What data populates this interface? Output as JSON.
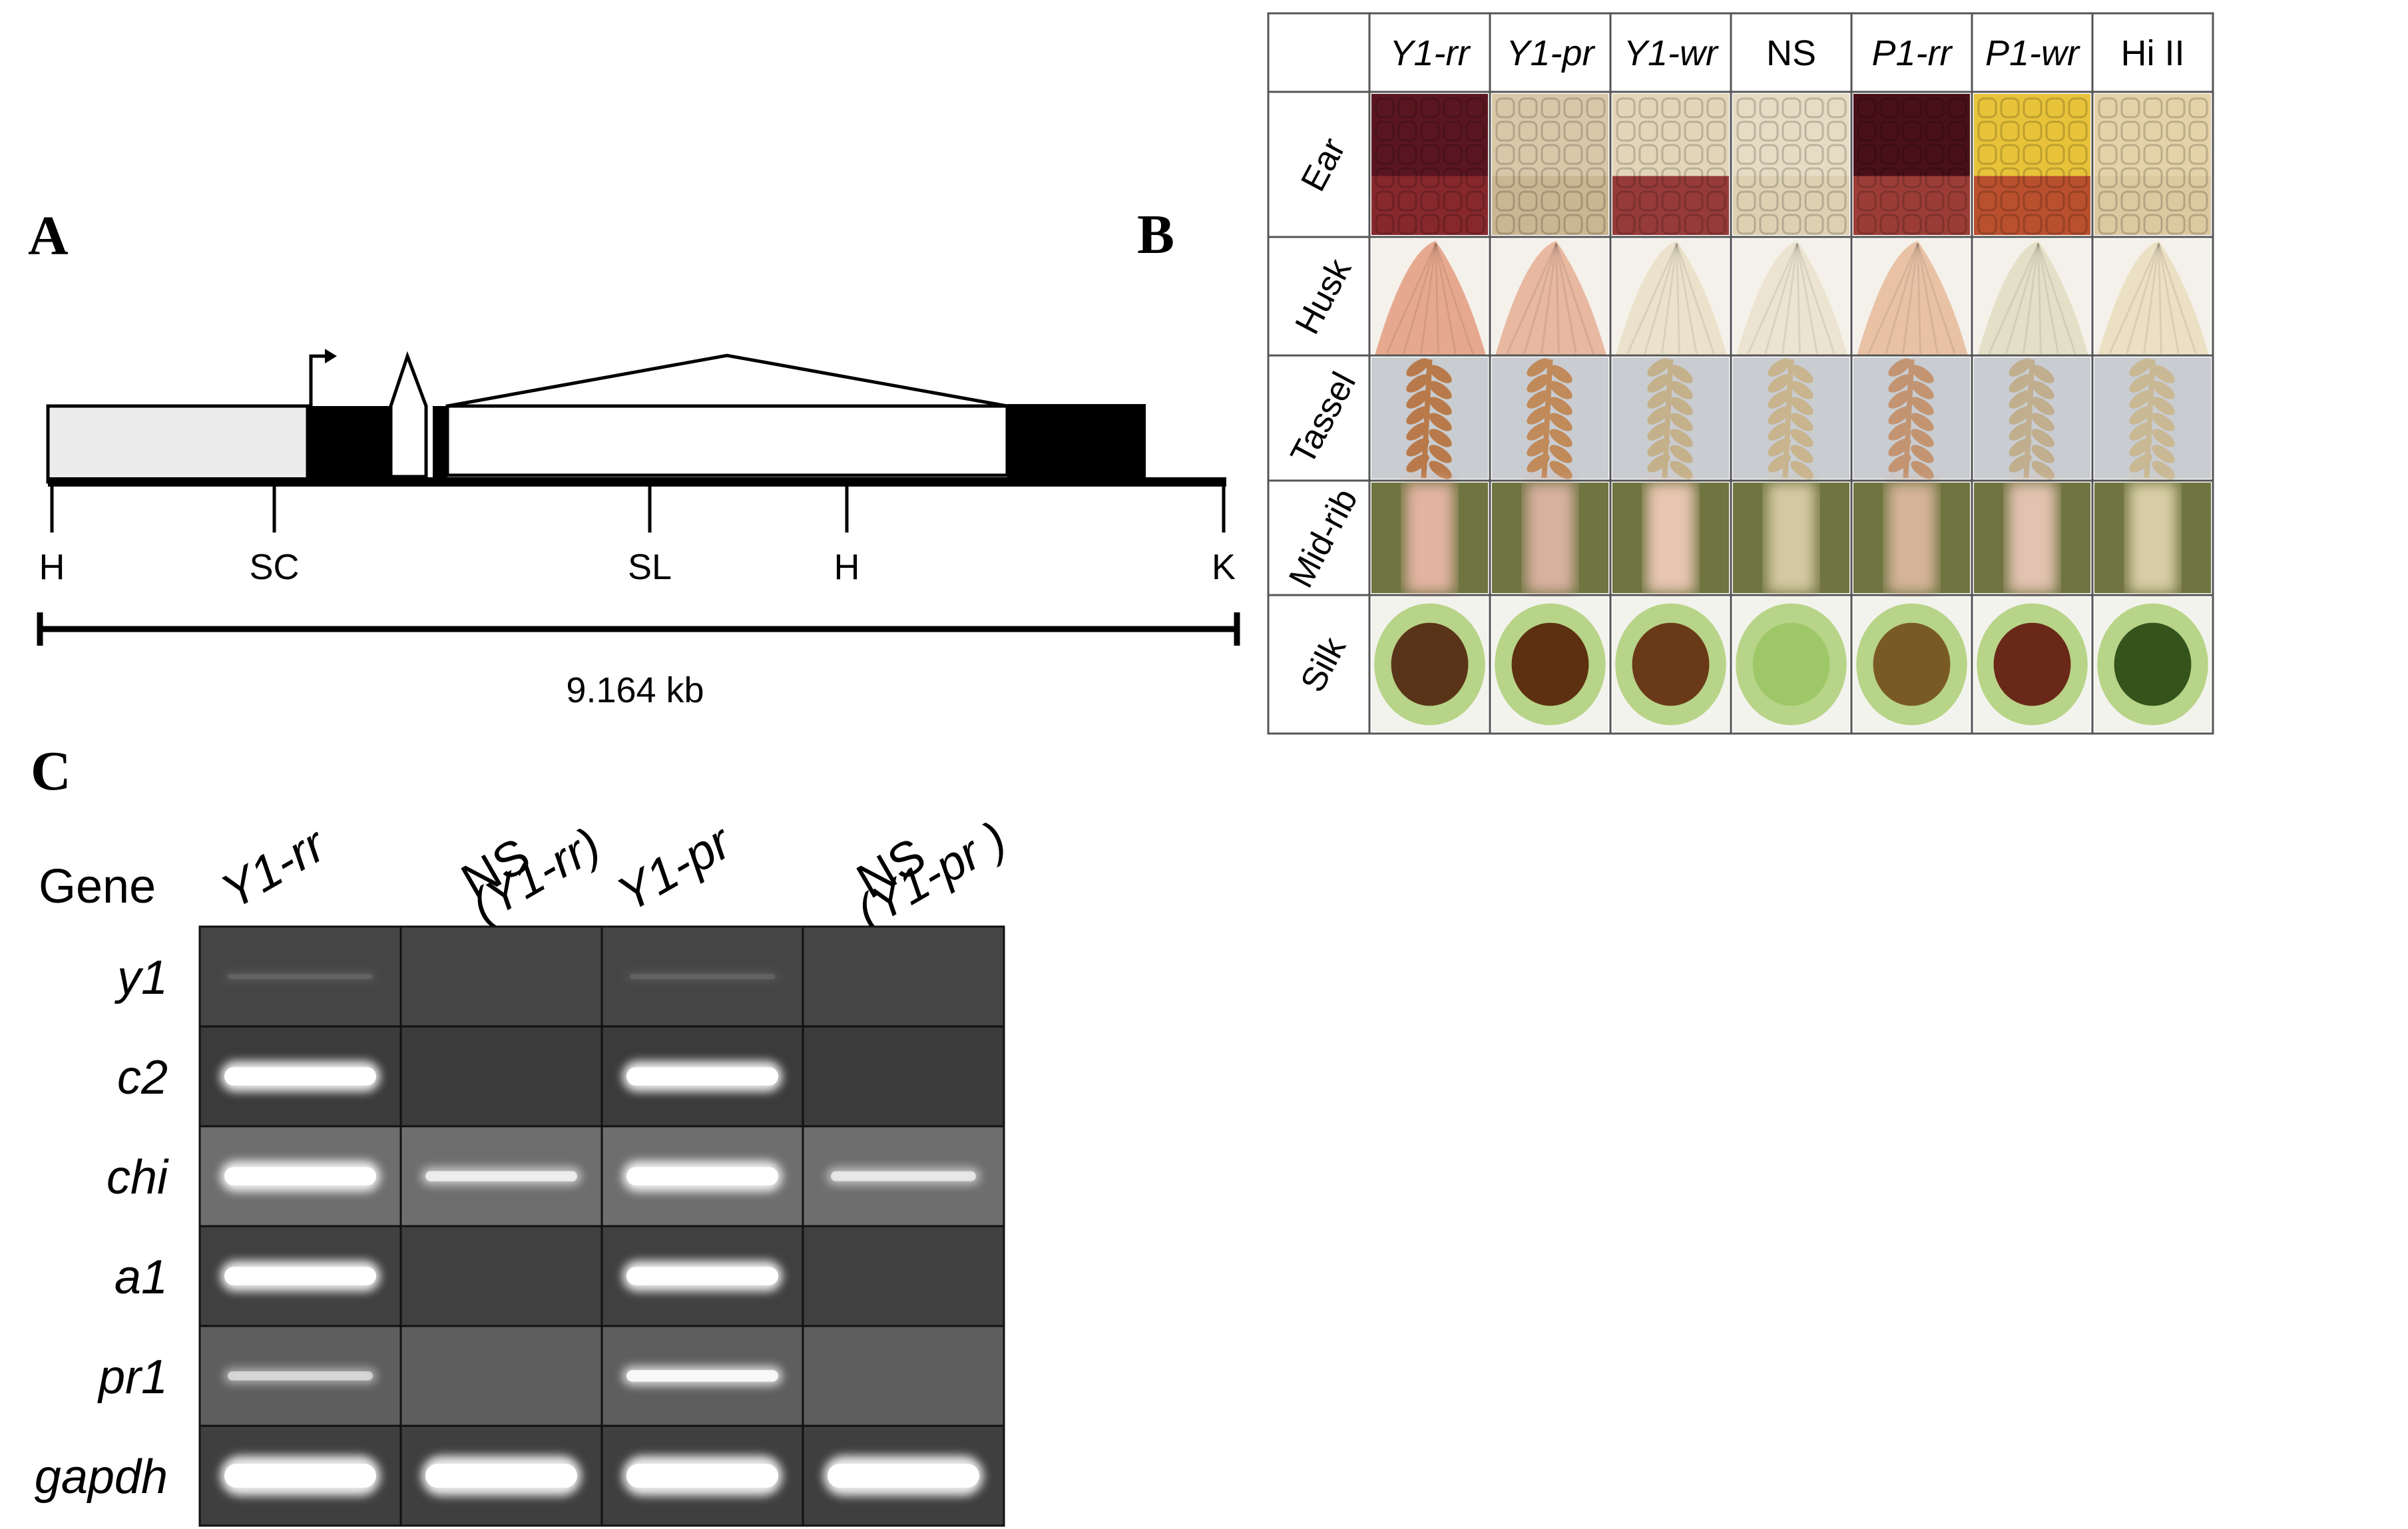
{
  "panels": {
    "a": {
      "letter": "A"
    },
    "b": {
      "letter": "B"
    },
    "c": {
      "letter": "C"
    }
  },
  "gene_model": {
    "sites": [
      {
        "label": "H"
      },
      {
        "label": "SC"
      },
      {
        "label": "SL"
      },
      {
        "label": "H"
      },
      {
        "label": "K"
      }
    ],
    "scale_label": "9.164 kb"
  },
  "phenotype_table": {
    "columns": [
      {
        "label": "Y1-rr",
        "italic": true
      },
      {
        "label": "Y1-pr",
        "italic": true
      },
      {
        "label": "Y1-wr",
        "italic": true
      },
      {
        "label": "NS",
        "italic": false
      },
      {
        "label": "P1-rr",
        "italic": true
      },
      {
        "label": "P1-wr",
        "italic": true
      },
      {
        "label": "Hi II",
        "italic": false
      }
    ],
    "rows": [
      {
        "label": "Ear"
      },
      {
        "label": "Husk"
      },
      {
        "label": "Tassel"
      },
      {
        "label": "Mid-rib"
      },
      {
        "label": "Silk"
      }
    ],
    "images": {
      "ear": [
        {
          "top": "#5a1620",
          "bottom": "#8b2a2e"
        },
        {
          "top": "#d8c8a8",
          "bottom": "#c9b48f"
        },
        {
          "top": "#e3d6b8",
          "bottom": "#8d2a2c"
        },
        {
          "top": "#e6dcc4",
          "bottom": "#dccfb0"
        },
        {
          "top": "#4a1018",
          "bottom": "#a4433a"
        },
        {
          "top": "#e8c33a",
          "bottom": "#b4442e"
        },
        {
          "top": "#e4d3a8",
          "bottom": "#dcc89e"
        }
      ],
      "husk": [
        "#e6a98f",
        "#e8b8a0",
        "#ece2cc",
        "#ece4d0",
        "#e9c2a6",
        "#e4e0c8",
        "#ece0c4"
      ],
      "tassel": [
        "#b87a4a",
        "#c08a5a",
        "#c4b08a",
        "#c8b48e",
        "#c39472",
        "#c0ae8e",
        "#c9b894"
      ],
      "midrib": [
        "#e2b4a2",
        "#d8b0a0",
        "#e8c6b2",
        "#d4c8a2",
        "#d6b49a",
        "#e2c2b0",
        "#d8cda6"
      ],
      "silk": [
        "#5a3418",
        "#5c3010",
        "#6a3a18",
        "#9ec868",
        "#7a5a24",
        "#6a2818",
        "#34541c"
      ]
    }
  },
  "gel": {
    "header_label": "Gene",
    "lanes": [
      {
        "line1": "Y1-rr",
        "line2": ""
      },
      {
        "line1": "NS",
        "line2": "(Y1-rr)"
      },
      {
        "line1": "Y1-pr",
        "line2": ""
      },
      {
        "line1": "NS",
        "line2": "(Y1-pr )"
      }
    ],
    "genes": [
      {
        "label": "y1",
        "bands": [
          0.1,
          0.0,
          0.1,
          0.0
        ]
      },
      {
        "label": "c2",
        "bands": [
          1.0,
          0.0,
          1.0,
          0.0
        ]
      },
      {
        "label": "chi",
        "bands": [
          1.0,
          0.7,
          1.0,
          0.65
        ]
      },
      {
        "label": "a1",
        "bands": [
          1.0,
          0.0,
          1.0,
          0.0
        ]
      },
      {
        "label": "pr1",
        "bands": [
          0.55,
          0.0,
          0.85,
          0.0
        ]
      },
      {
        "label": "gapdh",
        "bands": [
          1.0,
          1.0,
          1.0,
          1.0
        ]
      }
    ],
    "bg_colors": [
      "#454545",
      "#3b3b3b",
      "#6e6e6e",
      "#404040",
      "#5e5e5e",
      "#3f3f3f"
    ]
  }
}
